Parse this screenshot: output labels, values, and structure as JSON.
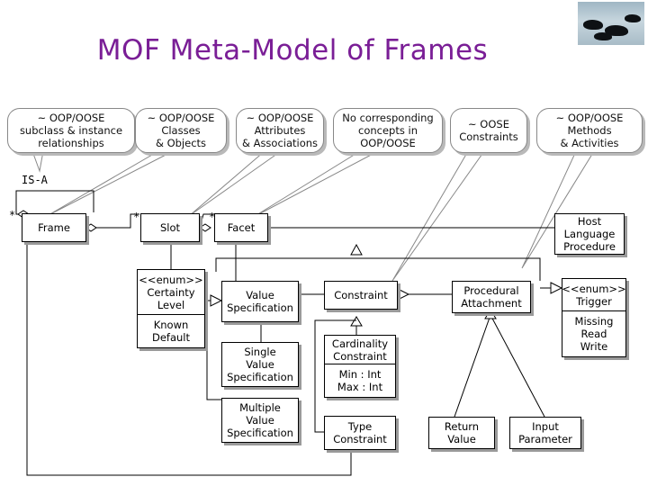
{
  "title": "MOF Meta-Model of Frames",
  "callouts": {
    "c1": "~ OOP/OOSE\nsubclass & instance\nrelationships",
    "c2": "~ OOP/OOSE\nClasses\n& Objects",
    "c3": "~ OOP/OOSE\nAttributes\n& Associations",
    "c4": "No corresponding\nconcepts in\nOOP/OOSE",
    "c5": "~ OOSE\nConstraints",
    "c6": "~ OOP/OOSE\nMethods\n& Activities"
  },
  "labels": {
    "isa": "IS-A",
    "star1": "*",
    "star2": "*",
    "star3": "*"
  },
  "boxes": {
    "frame": "Frame",
    "slot": "Slot",
    "facet": "Facet",
    "host": "Host\nLanguage\nProcedure",
    "certainty": "<<enum>>\nCertainty\nLevel",
    "known_default": "Known\nDefault",
    "value_spec": "Value\nSpecification",
    "constraint": "Constraint",
    "procedural": "Procedural\nAttachment",
    "trigger": "<<enum>>\nTrigger",
    "trigger_values": "Missing\nRead\nWrite",
    "single": "Single\nValue\nSpecification",
    "multiple": "Multiple\nValue\nSpecification",
    "cardinality": "Cardinality\nConstraint",
    "minmax": "Min : Int\nMax : Int",
    "type": "Type\nConstraint",
    "return": "Return\nValue",
    "input": "Input\nParameter"
  }
}
